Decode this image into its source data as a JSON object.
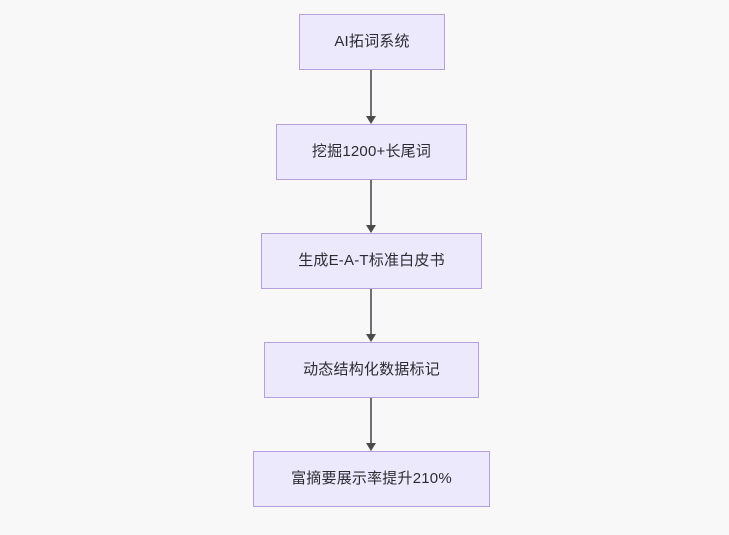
{
  "diagram": {
    "type": "flowchart",
    "direction": "top-to-bottom",
    "background_color": "#f8f8f8",
    "node_fill_color": "#ece9fc",
    "node_border_color": "#b3a0dd",
    "node_text_color": "#2e2c32",
    "connector_color": "#6e6e73",
    "nodes": [
      {
        "id": "n1",
        "label": "AI拓词系统"
      },
      {
        "id": "n2",
        "label": "挖掘1200+长尾词"
      },
      {
        "id": "n3",
        "label": "生成E-A-T标准白皮书"
      },
      {
        "id": "n4",
        "label": "动态结构化数据标记"
      },
      {
        "id": "n5",
        "label": "富摘要展示率提升210%"
      }
    ],
    "edges": [
      {
        "from": "n1",
        "to": "n2",
        "arrow": "arrow-down-icon"
      },
      {
        "from": "n2",
        "to": "n3",
        "arrow": "arrow-down-icon"
      },
      {
        "from": "n3",
        "to": "n4",
        "arrow": "arrow-down-icon"
      },
      {
        "from": "n4",
        "to": "n5",
        "arrow": "arrow-down-icon"
      }
    ]
  }
}
